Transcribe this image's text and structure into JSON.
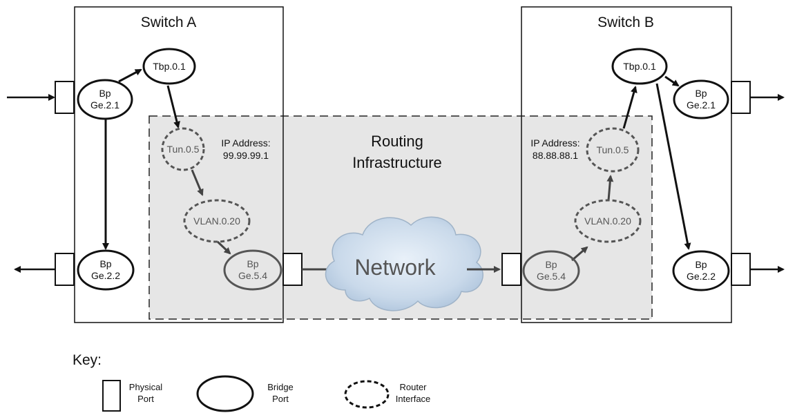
{
  "switch_a": {
    "title": "Switch A",
    "tbp": "Tbp.0.1",
    "bp_in": {
      "line1": "Bp",
      "line2": "Ge.2.1"
    },
    "bp_out": {
      "line1": "Bp",
      "line2": "Ge.2.2"
    },
    "tun": "Tun.0.5",
    "ip_label": "IP Address:",
    "ip_value": "99.99.99.1",
    "vlan": "VLAN.0.20",
    "bp_net": {
      "line1": "Bp",
      "line2": "Ge.5.4"
    }
  },
  "switch_b": {
    "title": "Switch B",
    "tbp": "Tbp.0.1",
    "bp_out1": {
      "line1": "Bp",
      "line2": "Ge.2.1"
    },
    "bp_out2": {
      "line1": "Bp",
      "line2": "Ge.2.2"
    },
    "tun": "Tun.0.5",
    "ip_label": "IP Address:",
    "ip_value": "88.88.88.1",
    "vlan": "VLAN.0.20",
    "bp_net": {
      "line1": "Bp",
      "line2": "Ge.5.4"
    }
  },
  "routing": {
    "line1": "Routing",
    "line2": "Infrastructure"
  },
  "network_label": "Network",
  "key": {
    "title": "Key:",
    "physical_port": {
      "line1": "Physical",
      "line2": "Port"
    },
    "bridge_port": {
      "line1": "Bridge",
      "line2": "Port"
    },
    "router_interface": {
      "line1": "Router",
      "line2": "Interface"
    }
  }
}
